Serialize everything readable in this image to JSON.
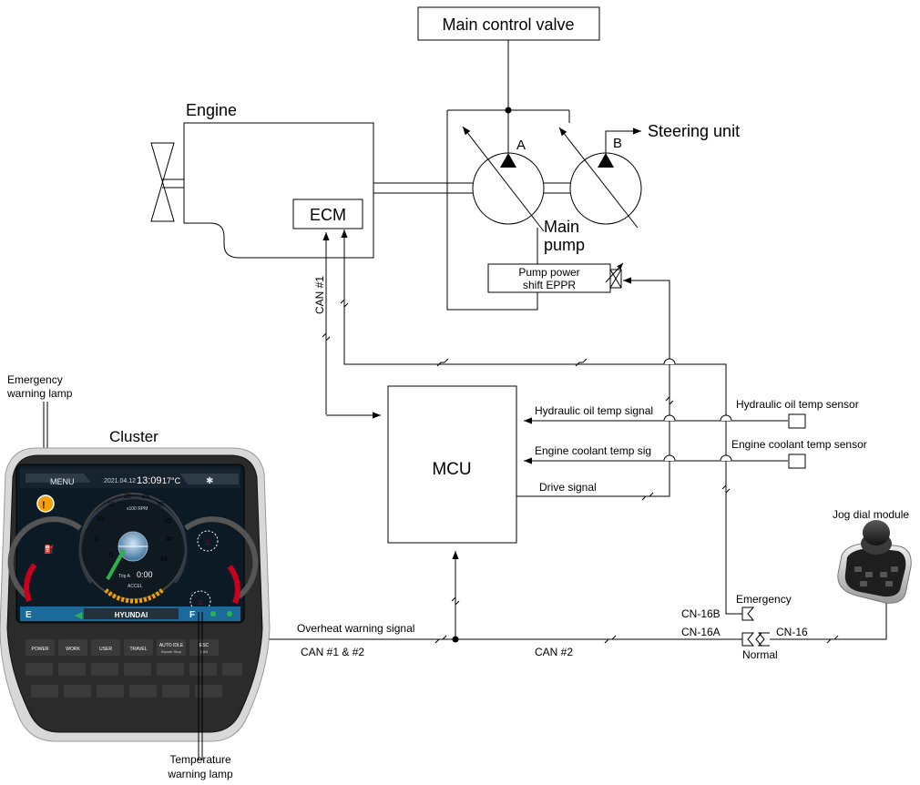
{
  "labels": {
    "main_control_valve": "Main control valve",
    "engine": "Engine",
    "ecm": "ECM",
    "port_a": "A",
    "port_b": "B",
    "steering_unit": "Steering unit",
    "main_pump_1": "Main",
    "main_pump_2": "pump",
    "eppr_1": "Pump power",
    "eppr_2": "shift EPPR",
    "can1": "CAN #1",
    "mcu": "MCU",
    "hyd_oil_signal": "Hydraulic oil temp signal",
    "engine_coolant_signal": "Engine coolant temp sig",
    "drive_signal": "Drive signal",
    "hyd_oil_sensor": "Hydraulic oil temp sensor",
    "engine_coolant_sensor": "Engine coolant temp sensor",
    "emergency_lamp_1": "Emergency",
    "emergency_lamp_2": "warning lamp",
    "cluster": "Cluster",
    "jog_dial": "Jog dial module",
    "emergency": "Emergency",
    "cn16b": "CN-16B",
    "cn16a": "CN-16A",
    "cn16": "CN-16",
    "normal": "Normal",
    "overheat_signal": "Overheat warning signal",
    "can12": "CAN #1 & #2",
    "can2": "CAN #2",
    "temp_lamp_1": "Temperature",
    "temp_lamp_2": "warning lamp"
  },
  "cluster_screen": {
    "menu": "MENU",
    "date": "2021.04.12",
    "time": "13:09",
    "temp": "17°C",
    "rpm_label": "x100 RPM",
    "trip_label": "Trip A",
    "trip_value": "0:00",
    "accel": "ACCEL",
    "brand": "HYUNDAI",
    "e_mark": "E",
    "f_mark": "F",
    "dial_marks": [
      "0",
      "5",
      "10",
      "15",
      "20",
      "25",
      "30",
      "35",
      "40",
      "45"
    ],
    "buttons_row1": [
      "POWER",
      "WORK",
      "USER",
      "TRAVEL",
      "AUTO IDLE",
      "ESC"
    ],
    "buttons_row1_sub": [
      "",
      "",
      "",
      "",
      "Buzzer Stop",
      "CAN"
    ]
  },
  "colors": {
    "screen_bg": "#0c1a26",
    "bezel": "#2a2a2a",
    "frame": "#d6d6d6",
    "warning_orange": "#f5a000",
    "gauge_red": "#c8001e",
    "gauge_arc": "#f0a000",
    "accent_blue": "#3c8ec8"
  }
}
